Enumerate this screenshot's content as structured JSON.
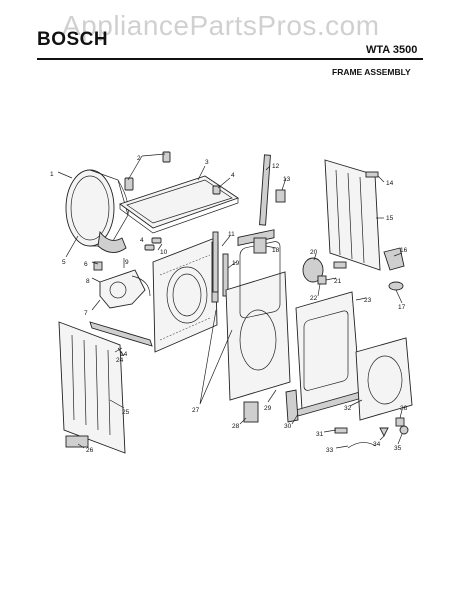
{
  "header": {
    "watermark": "AppliancePartsPros.com",
    "brand": "BOSCH",
    "model": "WTA 3500",
    "section": "FRAME ASSEMBLY"
  },
  "callouts": [
    "1",
    "2",
    "3",
    "4",
    "5",
    "6",
    "7",
    "8",
    "9",
    "10",
    "11",
    "12",
    "13",
    "14",
    "15",
    "16",
    "17",
    "18",
    "19",
    "20",
    "21",
    "22",
    "23",
    "24",
    "25",
    "26",
    "27",
    "28",
    "29",
    "30",
    "31",
    "32",
    "33",
    "34",
    "35",
    "36",
    "4",
    "14"
  ],
  "colors": {
    "ink": "#111111",
    "watermark": "#969696"
  }
}
